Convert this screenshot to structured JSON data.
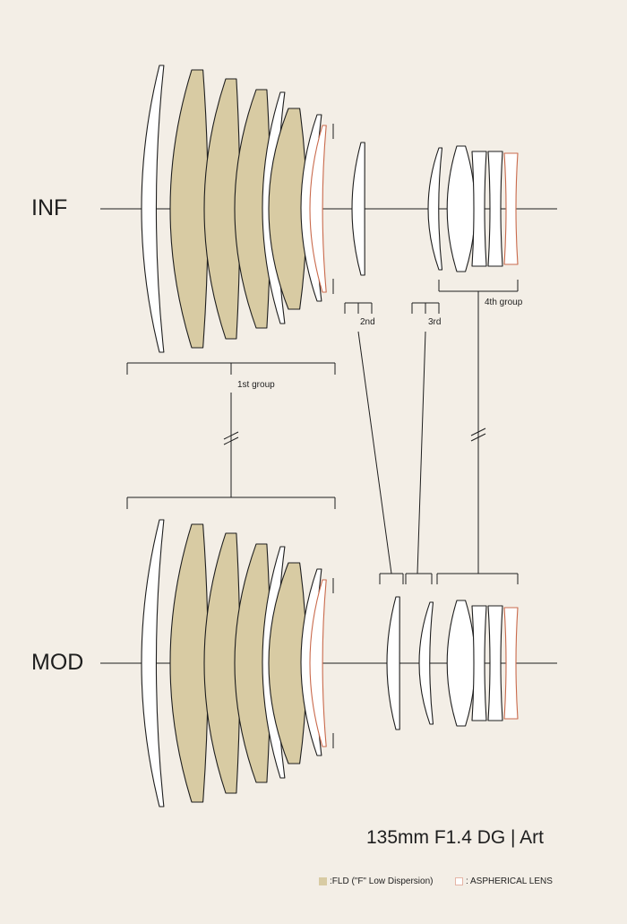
{
  "positions": {
    "inf": "INF",
    "mod": "MOD"
  },
  "groups": {
    "g1": "1st group",
    "g2": "2nd",
    "g3": "3rd",
    "g4": "4th group"
  },
  "title": "135mm F1.4 DG | Art",
  "legend": {
    "fld_label": ":FLD (\"F\" Low Dispersion)",
    "asph_label": ": ASPHERICAL LENS"
  },
  "colors": {
    "background": "#f3eee6",
    "fld_fill": "#d8cba3",
    "aspherical_stroke": "#c96a4c",
    "line": "#1e1e1e"
  }
}
